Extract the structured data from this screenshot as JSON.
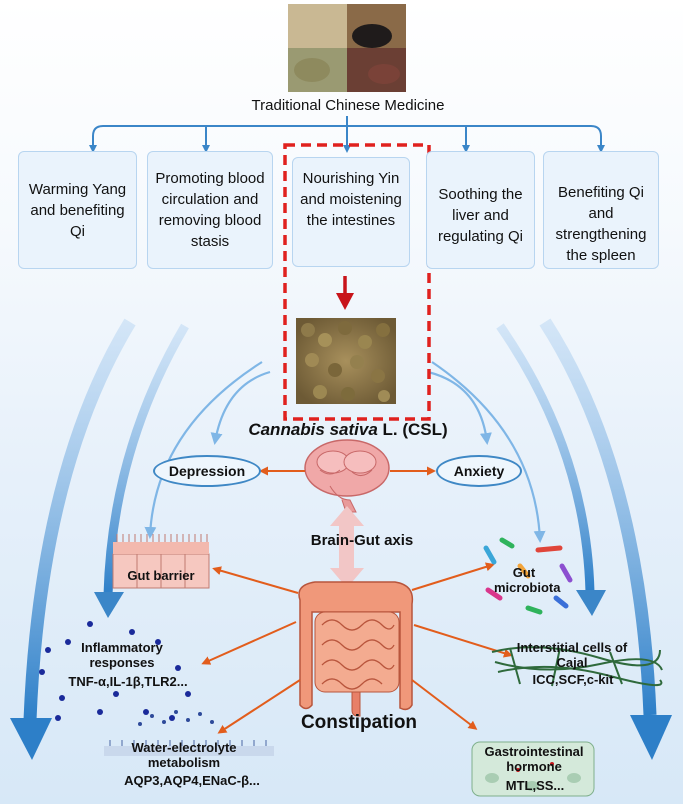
{
  "title": "Traditional Chinese Medicine",
  "categories": [
    {
      "label": "Warming Yang and benefiting Qi"
    },
    {
      "label": "Promoting blood circulation and removing blood stasis"
    },
    {
      "label": "Nourishing Yin and moistening the intestines"
    },
    {
      "label": "Soothing the liver and regulating Qi"
    },
    {
      "label": "Benefiting Qi and strengthening the spleen"
    }
  ],
  "csl": {
    "italic": "Cannabis sativa",
    "rest": " L. (CSL)"
  },
  "depression": "Depression",
  "anxiety": "Anxiety",
  "axis": "Brain-Gut axis",
  "constipation": "Constipation",
  "targets": {
    "gut_barrier": "Gut barrier",
    "gut_microbiota": "Gut microbiota",
    "inflammatory": {
      "title": "Inflammatory responses",
      "markers": "TNF-α,IL-1β,TLR2..."
    },
    "icc": {
      "title": "Interstitial cells of Cajal",
      "markers": "ICC,SCF,c-kit"
    },
    "water": {
      "title": "Water-electrolyte metabolism",
      "markers": "AQP3,AQP4,ENaC-β..."
    },
    "hormone": {
      "title": "Gastrointestinal hormone",
      "markers": "MTL,SS..."
    }
  },
  "colors": {
    "blue_arrow": "#3b86c8",
    "orange_arrow": "#e25d1c",
    "red_arrow": "#c8141a",
    "highlight": "#e0211e",
    "pink_arrow": "#f2c6c6"
  }
}
